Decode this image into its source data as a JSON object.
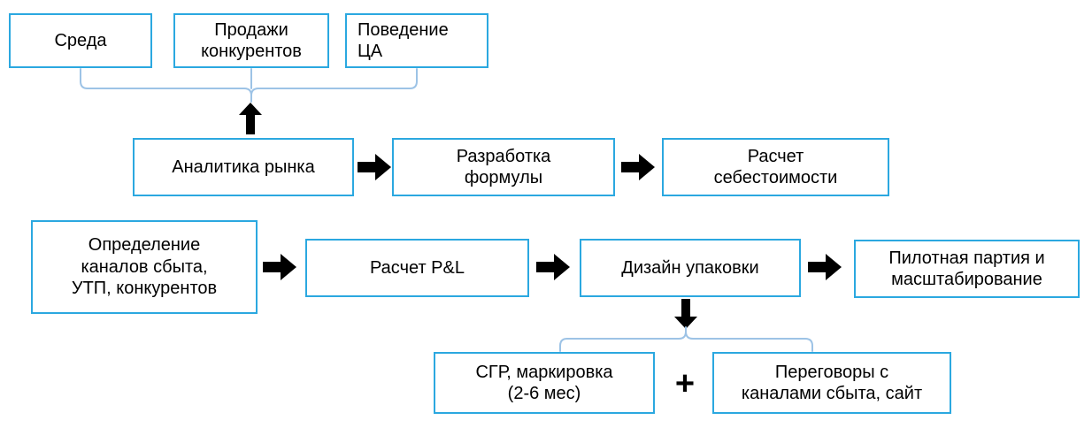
{
  "diagram": {
    "nodes": {
      "environment": "Среда",
      "competitor_sales": "Продажи\nконкурентов",
      "audience_behavior": "Поведение\nЦА",
      "market_analytics": "Аналитика рынка",
      "formula_development": "Разработка\nформулы",
      "cost_calculation": "Расчет\nсебестоимости",
      "channels_definition": "Определение\nканалов сбыта,\nУТП, конкурентов",
      "pnl_calculation": "Расчет P&L",
      "package_design": "Дизайн упаковки",
      "pilot_batch": "Пилотная партия и\nмасштабирование",
      "sgr_labeling": "СГР, маркировка\n(2-6 мес)",
      "negotiations": "Переговоры с\nканалами сбыта, сайт"
    },
    "operators": {
      "plus": "+"
    },
    "colors": {
      "box_border": "#2BA8E0",
      "bracket": "#9DC3E6",
      "arrow": "#000000"
    }
  }
}
